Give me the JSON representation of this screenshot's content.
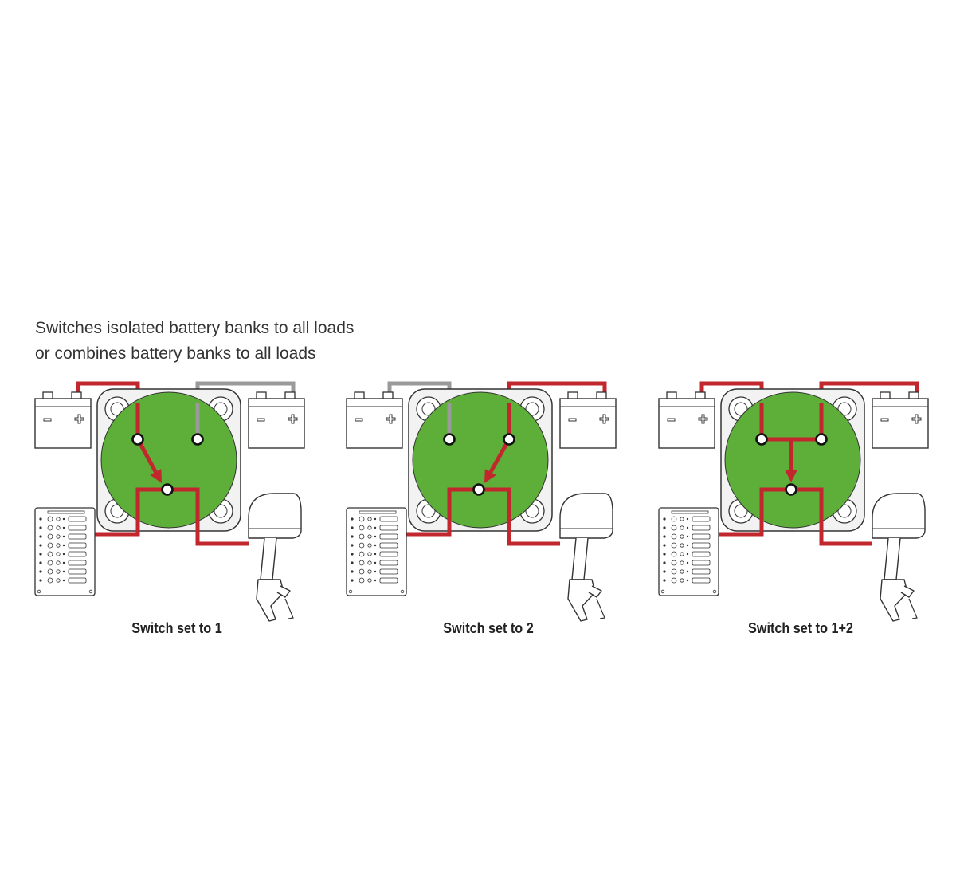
{
  "headline": {
    "line1": "Switches isolated battery banks to all loads",
    "line2": "or combines battery banks to all loads"
  },
  "panels": [
    {
      "caption": "Switch set to 1",
      "battery1_live": true,
      "battery2_live": false
    },
    {
      "caption": "Switch set to 2",
      "battery1_live": false,
      "battery2_live": true
    },
    {
      "caption": "Switch set to 1+2",
      "battery1_live": true,
      "battery2_live": true
    }
  ],
  "icons": {
    "battery": "battery-icon",
    "switch": "battery-switch-icon",
    "panel": "breaker-panel-icon",
    "motor": "outboard-motor-icon"
  },
  "colors": {
    "live_wire": "#c1272d",
    "idle_wire": "#9a9a9a",
    "switch_face": "#5eae3a",
    "outline": "#333333"
  }
}
